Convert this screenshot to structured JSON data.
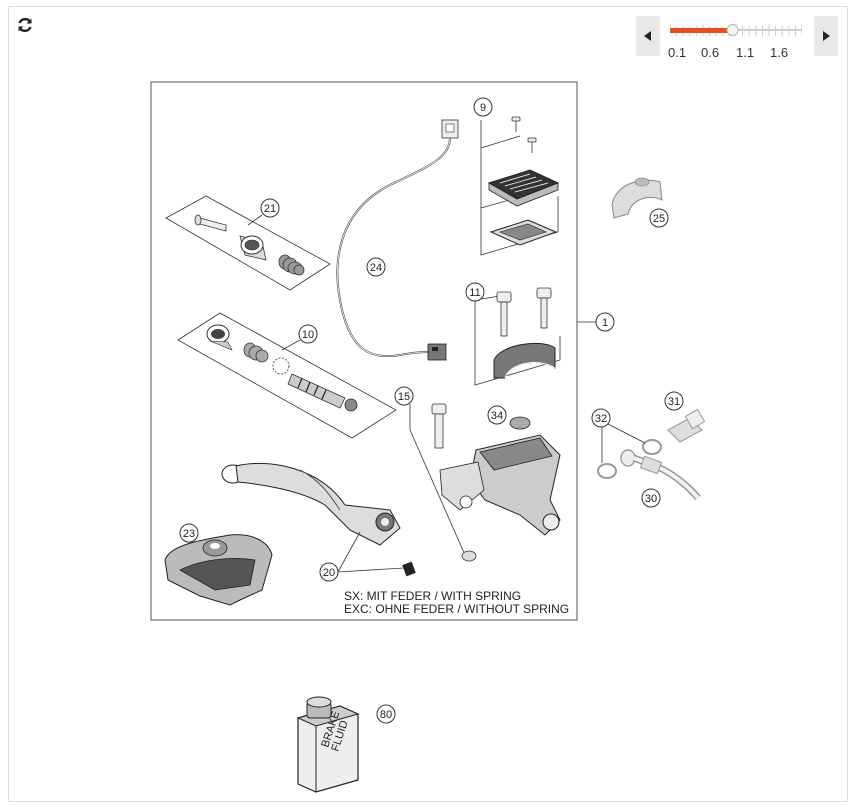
{
  "toolbar": {
    "refresh_icon": "refresh-icon",
    "zoom": {
      "ticks": [
        "0.1",
        "0.6",
        "1.1",
        "1.6"
      ],
      "value": 1.0,
      "min": 0.1,
      "max": 2.0,
      "accent_color": "#e8501a"
    }
  },
  "diagram": {
    "callouts": {
      "p1": "1",
      "p9": "9",
      "p10": "10",
      "p11": "11",
      "p15": "15",
      "p20": "20",
      "p21": "21",
      "p23": "23",
      "p24": "24",
      "p25": "25",
      "p30": "30",
      "p31": "31",
      "p32": "32",
      "p34": "34",
      "p80": "80"
    },
    "note_line1": "SX: MIT FEDER / WITH SPRING",
    "note_line2": "EXC: OHNE FEDER / WITHOUT SPRING",
    "bottle_label_line1": "BRAKE",
    "bottle_label_line2": "FLUID"
  }
}
